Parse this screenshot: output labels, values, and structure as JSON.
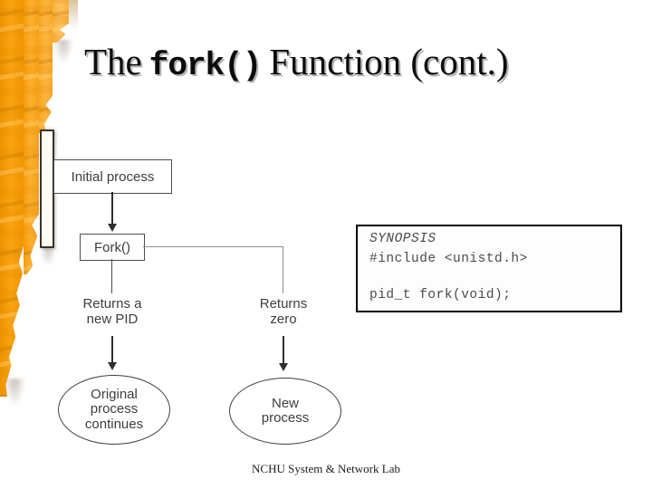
{
  "title": {
    "prefix": "The",
    "code": "fork()",
    "suffix": "Function (cont.)"
  },
  "diagram": {
    "initial_box_label": "Initial process",
    "fork_box_label": "Fork()",
    "left_branch": {
      "line1": "Returns a",
      "line2": "new PID"
    },
    "right_branch": {
      "line1": "Returns",
      "line2": "zero"
    },
    "left_ellipse": {
      "line1": "Original",
      "line2": "process",
      "line3": "continues"
    },
    "right_ellipse": {
      "line1": "New",
      "line2": "process"
    }
  },
  "synopsis": {
    "title": "SYNOPSIS",
    "include": "#include <unistd.h>",
    "declaration": "pid_t fork(void);"
  },
  "footer": {
    "credit": "NCHU System & Network Lab"
  },
  "colors": {
    "ornament_orange": "#F59F10",
    "ornament_light": "#FBB446",
    "title_shadow": "#B3B3B3",
    "diagram_ink": "#3D3D3D",
    "connector_gray": "#8F8F8F",
    "synopsis_border": "#000000"
  }
}
